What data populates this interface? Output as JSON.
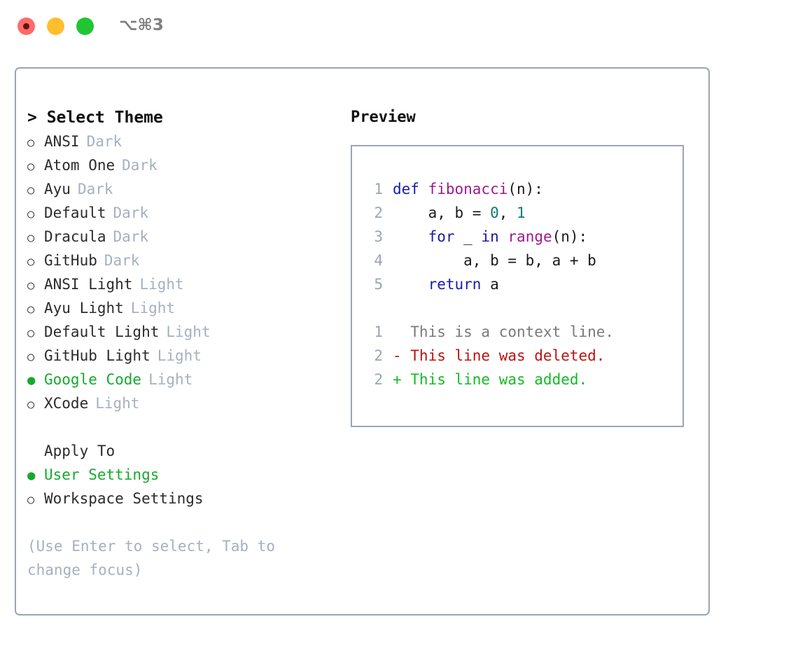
{
  "window": {
    "shortcut_label": "⌥⌘3",
    "traffic_lights": [
      {
        "name": "close",
        "color": "#ff6b6b"
      },
      {
        "name": "minimize",
        "color": "#ffbe2e"
      },
      {
        "name": "maximize",
        "color": "#21c533"
      }
    ]
  },
  "theme_selector": {
    "title": "> Select Theme",
    "selected_marker": "●",
    "unselected_marker": "○",
    "items": [
      {
        "name": "ANSI",
        "badge": "Dark",
        "selected": false
      },
      {
        "name": "Atom One",
        "badge": "Dark",
        "selected": false
      },
      {
        "name": "Ayu",
        "badge": "Dark",
        "selected": false
      },
      {
        "name": "Default",
        "badge": "Dark",
        "selected": false
      },
      {
        "name": "Dracula",
        "badge": "Dark",
        "selected": false
      },
      {
        "name": "GitHub",
        "badge": "Dark",
        "selected": false
      },
      {
        "name": "ANSI Light",
        "badge": "Light",
        "selected": false
      },
      {
        "name": "Ayu Light",
        "badge": "Light",
        "selected": false
      },
      {
        "name": "Default Light",
        "badge": "Light",
        "selected": false
      },
      {
        "name": "GitHub Light",
        "badge": "Light",
        "selected": false
      },
      {
        "name": "Google Code",
        "badge": "Light",
        "selected": true
      },
      {
        "name": "XCode",
        "badge": "Light",
        "selected": false
      }
    ]
  },
  "apply_to": {
    "title": "Apply To",
    "options": [
      {
        "name": "User Settings",
        "selected": true
      },
      {
        "name": "Workspace Settings",
        "selected": false
      }
    ]
  },
  "hint": "(Use Enter to select, Tab to change focus)",
  "preview": {
    "title": "Preview",
    "code_lines": [
      {
        "num": "1",
        "tokens": [
          {
            "t": "def ",
            "c": "kw"
          },
          {
            "t": "fibonacci",
            "c": "fn"
          },
          {
            "t": "(n):",
            "c": "pl"
          }
        ]
      },
      {
        "num": "2",
        "tokens": [
          {
            "t": "    a, b = ",
            "c": "pl"
          },
          {
            "t": "0",
            "c": "num"
          },
          {
            "t": ", ",
            "c": "pl"
          },
          {
            "t": "1",
            "c": "num"
          }
        ]
      },
      {
        "num": "3",
        "tokens": [
          {
            "t": "    ",
            "c": "pl"
          },
          {
            "t": "for",
            "c": "kw"
          },
          {
            "t": " _ ",
            "c": "pl"
          },
          {
            "t": "in",
            "c": "kw"
          },
          {
            "t": " ",
            "c": "pl"
          },
          {
            "t": "range",
            "c": "fn"
          },
          {
            "t": "(n):",
            "c": "pl"
          }
        ]
      },
      {
        "num": "4",
        "tokens": [
          {
            "t": "        a, b = b, a + b",
            "c": "pl"
          }
        ]
      },
      {
        "num": "5",
        "tokens": [
          {
            "t": "    ",
            "c": "pl"
          },
          {
            "t": "return",
            "c": "kw"
          },
          {
            "t": " a",
            "c": "pl"
          }
        ]
      }
    ],
    "diff_lines": [
      {
        "num": "1",
        "tokens": [
          {
            "t": "  This is a context line.",
            "c": "ctx"
          }
        ]
      },
      {
        "num": "2",
        "tokens": [
          {
            "t": "- This line was deleted.",
            "c": "del"
          }
        ]
      },
      {
        "num": "2",
        "tokens": [
          {
            "t": "+ This line was added.",
            "c": "add"
          }
        ]
      }
    ]
  },
  "colors": {
    "accent_green": "#16a92d",
    "muted": "#a6b0c0",
    "border": "#9aa5b5",
    "keyword": "#1a1aa8",
    "function": "#9b1c8c",
    "number": "#0b7a75",
    "diff_delete": "#bb1212",
    "diff_add": "#12bb22",
    "diff_context": "#7a7a7a"
  }
}
